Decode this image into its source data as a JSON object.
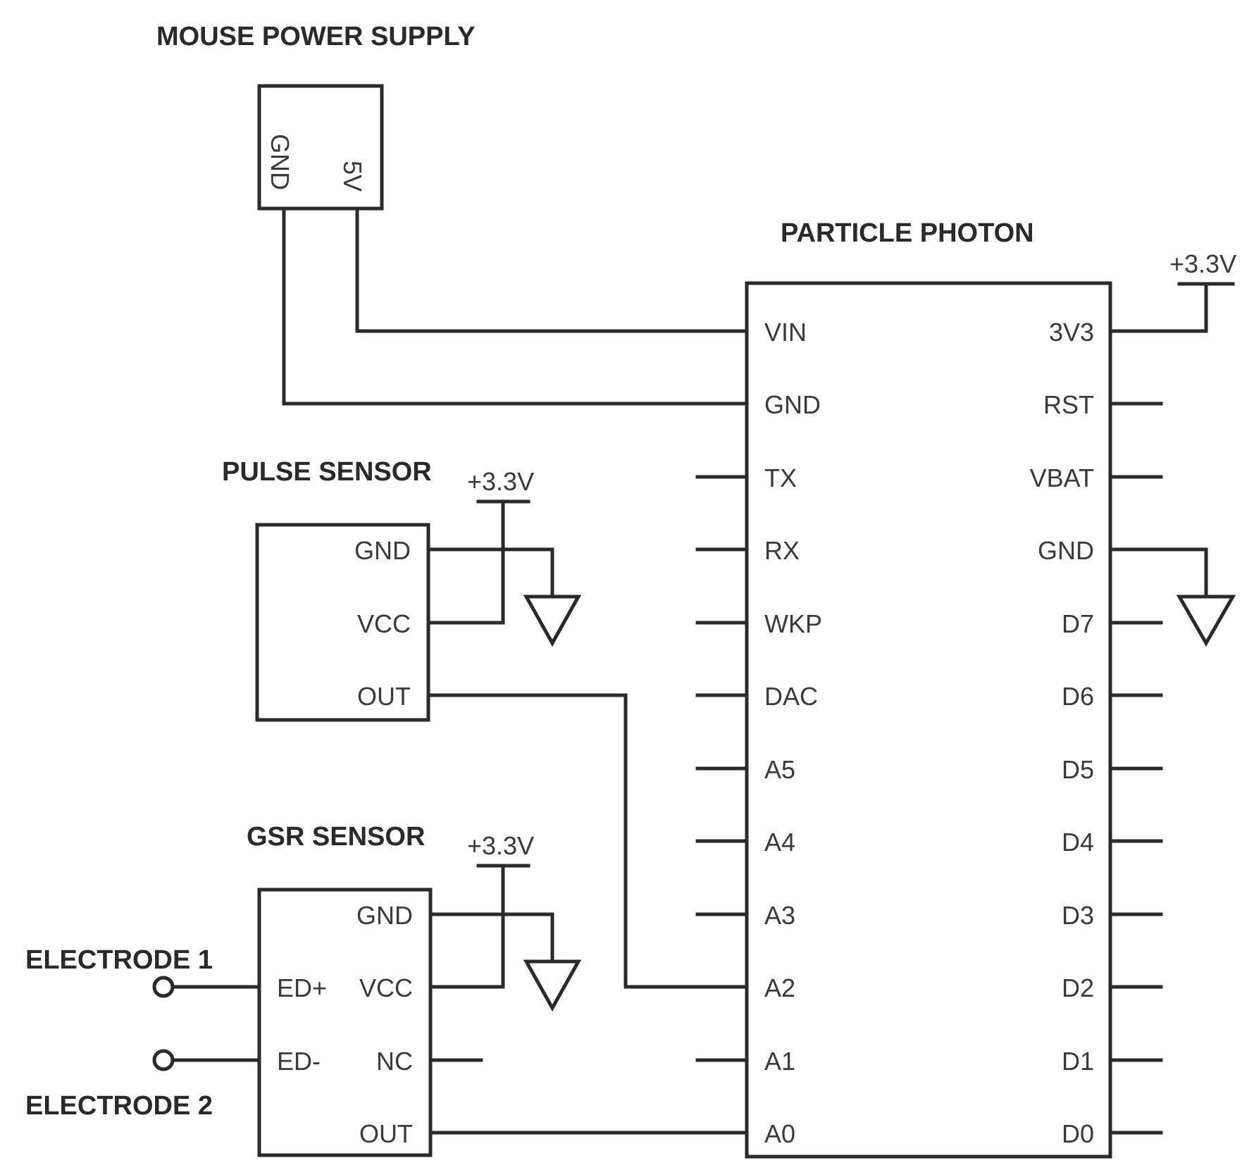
{
  "mouse_power_supply": {
    "title": "MOUSE POWER SUPPLY",
    "pins": [
      "GND",
      "5V"
    ]
  },
  "particle_photon": {
    "title": "PARTICLE PHOTON",
    "left_pins": [
      "VIN",
      "GND",
      "TX",
      "RX",
      "WKP",
      "DAC",
      "A5",
      "A4",
      "A3",
      "A2",
      "A1",
      "A0"
    ],
    "right_pins": [
      "3V3",
      "RST",
      "VBAT",
      "GND",
      "D7",
      "D6",
      "D5",
      "D4",
      "D3",
      "D2",
      "D1",
      "D0"
    ],
    "supply_label": "+3.3V"
  },
  "pulse_sensor": {
    "title": "PULSE SENSOR",
    "pins": [
      "GND",
      "VCC",
      "OUT"
    ],
    "supply_label": "+3.3V"
  },
  "gsr_sensor": {
    "title": "GSR SENSOR",
    "right_pins": [
      "GND",
      "VCC",
      "NC",
      "OUT"
    ],
    "left_pins": [
      "ED+",
      "ED-"
    ],
    "supply_label": "+3.3V"
  },
  "electrodes": {
    "electrode_1": "ELECTRODE 1",
    "electrode_2": "ELECTRODE 2"
  }
}
